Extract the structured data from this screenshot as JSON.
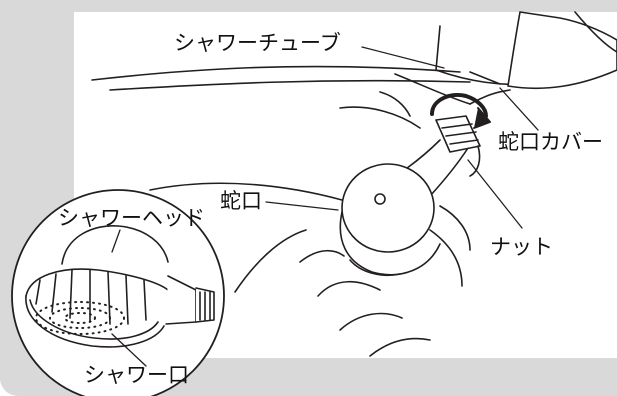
{
  "labels": {
    "shower_tube": "シャワーチューブ",
    "faucet_cover": "蛇口カバー",
    "faucet": "蛇口",
    "nut": "ナット",
    "shower_head": "シャワーヘッド",
    "shower_outlet": "シャワー口"
  },
  "colors": {
    "frame": "#d9d9d9",
    "ink": "#231f20",
    "background": "#ffffff"
  }
}
